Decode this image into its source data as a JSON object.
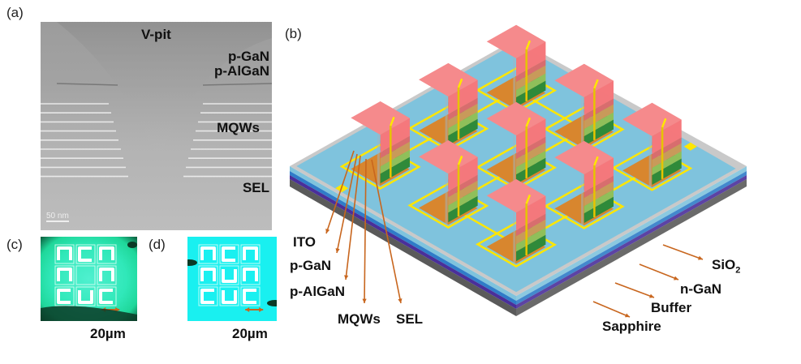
{
  "panels": {
    "a": {
      "label": "(a)",
      "labels": {
        "vpit": "V-pit",
        "pgan": "p-GaN",
        "palgan": "p-AlGaN",
        "mqws": "MQWs",
        "sel": "SEL"
      },
      "scale_bar": "50 nm",
      "mqw_line_count": 9
    },
    "b": {
      "label": "(b)",
      "pillar_grid": [
        [
          0,
          0
        ],
        [
          1,
          0
        ],
        [
          2,
          0
        ],
        [
          0,
          1
        ],
        [
          1,
          1
        ],
        [
          2,
          1
        ],
        [
          0,
          2
        ],
        [
          1,
          2
        ],
        [
          2,
          2
        ]
      ],
      "pillar_layers": [
        {
          "name": "ITO",
          "color": "#f4787c"
        },
        {
          "name": "p-GaN",
          "color": "#d86d6e"
        },
        {
          "name": "p-AlGaN",
          "color": "#c89a5a"
        },
        {
          "name": "MQWs",
          "color": "#8fbf5a"
        },
        {
          "name": "SEL",
          "color": "#2f8a3a"
        }
      ],
      "substrate_layers": [
        {
          "name": "SiO2",
          "color": "#7fc3dd"
        },
        {
          "name": "n-GaN",
          "color": "#2f7cc8"
        },
        {
          "name": "Buffer",
          "color": "#4a2f9a"
        },
        {
          "name": "Sapphire",
          "color": "#5a5a5a"
        }
      ],
      "electrode_color": "#ffe600",
      "annotation_color": "#c8661e",
      "pillar_annotations": [
        "ITO",
        "p-GaN",
        "p-AlGaN",
        "MQWs",
        "SEL"
      ],
      "substrate_annotations": {
        "sio2_main": "SiO",
        "sio2_sub": "2",
        "ngan": "n-GaN",
        "buffer": "Buffer",
        "sapphire": "Sapphire"
      }
    },
    "c": {
      "label": "(c)",
      "scale": "20µm",
      "pattern": [
        "n",
        "c",
        "n",
        "n",
        "",
        "n",
        "c",
        "u",
        "c"
      ]
    },
    "d": {
      "label": "(d)",
      "scale": "20µm",
      "pattern": [
        "n",
        "c",
        "n",
        "n",
        "u",
        "n",
        "c",
        "u",
        "c"
      ]
    }
  }
}
